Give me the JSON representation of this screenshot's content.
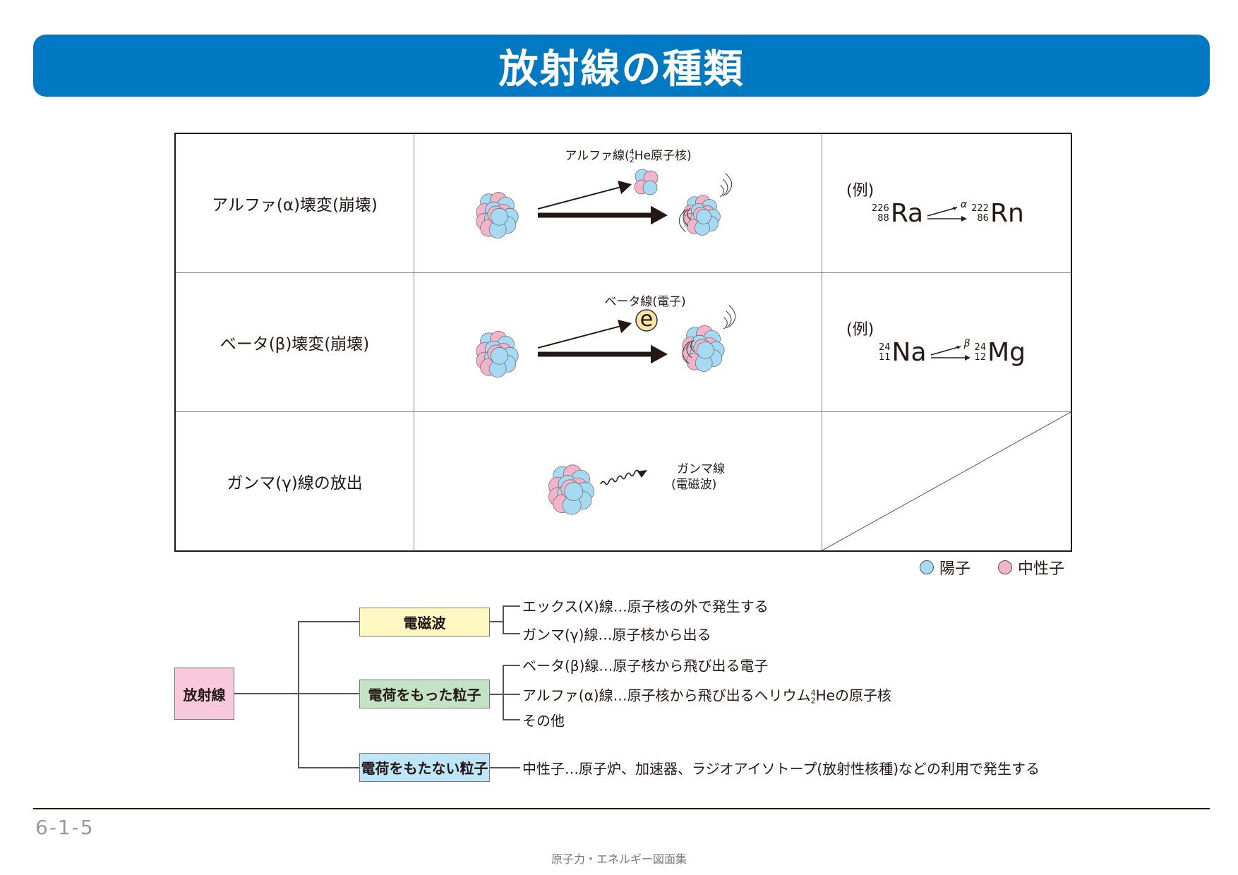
{
  "title": "放射線の種類",
  "colors": {
    "header": "#0079c2",
    "proton": "#a6d9f2",
    "neutron": "#f2b3cb",
    "electron": "#fbe3a8"
  },
  "rows": [
    {
      "name": "アルファ(α)壊変(崩壊)",
      "particle_label_pre": "アルファ線(",
      "particle_mass": "4",
      "particle_atomic": "2",
      "particle_label_post": "He原子核)",
      "example_label": "(例)",
      "eq": {
        "from_mass": "226",
        "from_atomic": "88",
        "from": "Ra",
        "symbol": "α",
        "to_mass": "222",
        "to_atomic": "86",
        "to": "Rn"
      }
    },
    {
      "name": "ベータ(β)壊変(崩壊)",
      "particle_label": "ベータ線(電子)",
      "electron": "e",
      "example_label": "(例)",
      "eq": {
        "from_mass": "24",
        "from_atomic": "11",
        "from": "Na",
        "symbol": "β",
        "to_mass": "24",
        "to_atomic": "12",
        "to": "Mg"
      }
    },
    {
      "name": "ガンマ(γ)線の放出",
      "particle_label_1": "ガンマ線",
      "particle_label_2": "(電磁波)"
    }
  ],
  "legend": {
    "proton": "陽子",
    "neutron": "中性子"
  },
  "tree": {
    "root": "放射線",
    "branches": [
      {
        "label": "電磁波",
        "items": [
          "エックス(X)線…原子核の外で発生する",
          "ガンマ(γ)線…原子核から出る"
        ]
      },
      {
        "label": "電荷をもった粒子",
        "items": [
          "ベータ(β)線…原子核から飛び出る電子",
          "アルファ(α)線…原子核から飛び出るヘリウム",
          "その他"
        ],
        "alpha_mass": "4",
        "alpha_atomic": "2",
        "alpha_tail": "Heの原子核"
      },
      {
        "label": "電荷をもたない粒子",
        "items": [
          "中性子…原子炉、加速器、ラジオアイソトープ(放射性核種)などの利用で発生する"
        ]
      }
    ]
  },
  "footer": {
    "page": "6-1-5",
    "book": "原子力・エネルギー図面集"
  }
}
